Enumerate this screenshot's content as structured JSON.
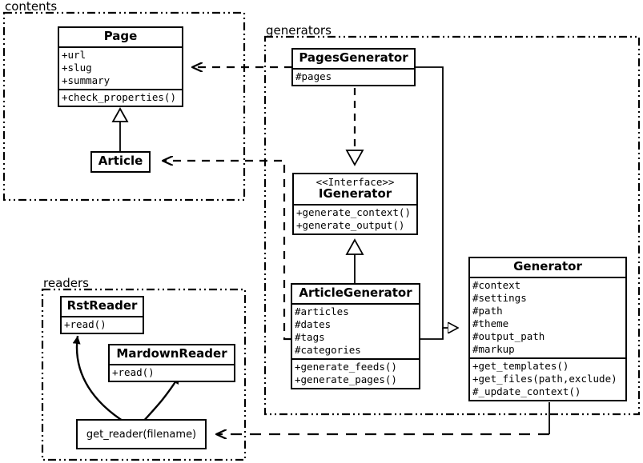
{
  "diagram": {
    "title": "Pelican UML class diagram",
    "background": "#ffffff",
    "line_color": "#000000"
  },
  "packages": [
    {
      "id": "contents",
      "label": "contents"
    },
    {
      "id": "generators",
      "label": "generators"
    },
    {
      "id": "readers",
      "label": "readers"
    }
  ],
  "classes": {
    "page": {
      "name": "Page",
      "stereotype": "",
      "attributes": [
        "+url",
        "+slug",
        "+summary"
      ],
      "operations": [
        "+check_properties()"
      ]
    },
    "article": {
      "name": "Article",
      "stereotype": "",
      "attributes": [],
      "operations": []
    },
    "pages_generator": {
      "name": "PagesGenerator",
      "stereotype": "",
      "attributes": [
        "#pages"
      ],
      "operations": []
    },
    "igenerator": {
      "name": "IGenerator",
      "stereotype": "<<Interface>>",
      "attributes": [],
      "operations": [
        "+generate_context()",
        "+generate_output()"
      ]
    },
    "article_generator": {
      "name": "ArticleGenerator",
      "stereotype": "",
      "attributes": [
        "#articles",
        "#dates",
        "#tags",
        "#categories"
      ],
      "operations": [
        "+generate_feeds()",
        "+generate_pages()"
      ]
    },
    "generator": {
      "name": "Generator",
      "stereotype": "",
      "attributes": [
        "#context",
        "#settings",
        "#path",
        "#theme",
        "#output_path",
        "#markup"
      ],
      "operations": [
        "+get_templates()",
        "+get_files(path,exclude)",
        "#_update_context()"
      ]
    },
    "rst_reader": {
      "name": "RstReader",
      "stereotype": "",
      "attributes": [],
      "operations": [
        "+read()"
      ]
    },
    "mardown_reader": {
      "name": "MardownReader",
      "stereotype": "",
      "attributes": [],
      "operations": [
        "+read()"
      ]
    },
    "get_reader": {
      "name": "get_reader(filename)"
    }
  },
  "relationships": [
    {
      "from": "article",
      "to": "page",
      "type": "generalization"
    },
    {
      "from": "pages_generator",
      "to": "igenerator",
      "type": "realization"
    },
    {
      "from": "article_generator",
      "to": "igenerator",
      "type": "generalization"
    },
    {
      "from": "pages_generator",
      "to": "generator",
      "type": "generalization"
    },
    {
      "from": "article_generator",
      "to": "generator",
      "type": "generalization"
    },
    {
      "from": "pages_generator",
      "to": "page",
      "type": "dependency"
    },
    {
      "from": "article_generator",
      "to": "article",
      "type": "dependency"
    },
    {
      "from": "generator",
      "to": "get_reader",
      "type": "dependency"
    },
    {
      "from": "get_reader",
      "to": "rst_reader",
      "type": "returns"
    },
    {
      "from": "get_reader",
      "to": "mardown_reader",
      "type": "returns"
    }
  ]
}
